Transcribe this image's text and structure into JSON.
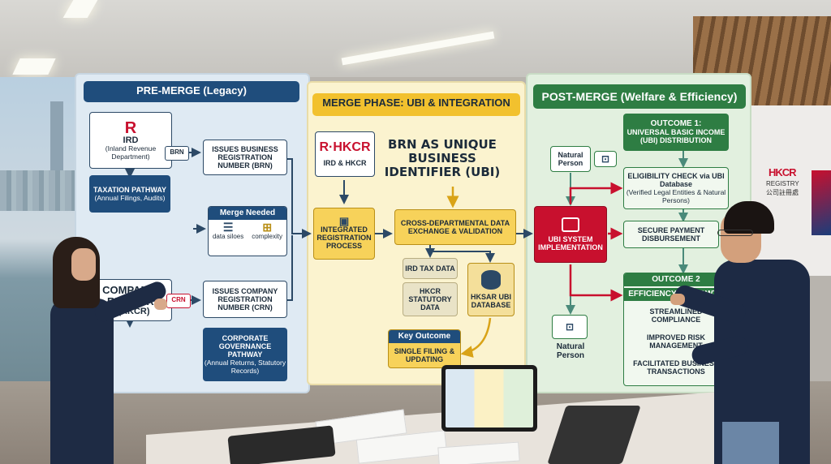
{
  "scene": {
    "wall_sign": {
      "logo": "HKCR",
      "name": "REGISTRY",
      "name_zh": "公司註冊處"
    }
  },
  "pre_merge": {
    "header": "PRE-MERGE (Legacy)",
    "ird_box": {
      "title": "IRD",
      "subtitle": "(Inland Revenue Department)"
    },
    "brn_tag": "BRN",
    "issues_brn": "ISSUES BUSINESS REGISTRATION NUMBER (BRN)",
    "taxation": {
      "title": "TAXATION PATHWAY",
      "subtitle": "(Annual Filings, Audits)"
    },
    "merge_needed": {
      "title": "Merge Needed",
      "left_label": "data siloes",
      "right_label": "complexity"
    },
    "cr_box": {
      "title": "COMPANIES REGISTRY",
      "subtitle": "(HKCR)"
    },
    "crn_tag": "CRN",
    "issues_crn": "ISSUES COMPANY REGISTRATION NUMBER (CRN)",
    "governance": {
      "title": "CORPORATE GOVERNANCE PATHWAY",
      "subtitle": "(Annual Returns, Statutory Records)"
    }
  },
  "merge_phase": {
    "header": "MERGE PHASE: UBI & INTEGRATION",
    "ird_hkcr": "IRD & HKCR",
    "ubi_title": "BRN AS UNIQUE BUSINESS IDENTIFIER (UBI)",
    "integrated": "INTEGRATED REGISTRATION PROCESS",
    "exchange": "CROSS-DEPARTMENTAL DATA EXCHANGE & VALIDATION",
    "ird_tax": "IRD TAX DATA",
    "hkcr_stat": "HKCR STATUTORY DATA",
    "hksar_db": "HKSAR UBI DATABASE",
    "key_outcome": {
      "title": "Key Outcome",
      "body": "SINGLE FILING & UPDATING"
    }
  },
  "post_merge": {
    "header": "POST-MERGE (Welfare & Efficiency)",
    "outcome1": {
      "title": "OUTCOME 1:",
      "body": "UNIVERSAL BASIC INCOME (UBI) DISTRIBUTION"
    },
    "natural_person_top": "Natural Person",
    "eligibility": {
      "title": "ELIGIBILITY CHECK via UBI Database",
      "subtitle": "(Verified Legal Entities & Natural Persons)"
    },
    "implementation": "UBI SYSTEM IMPLEMENTATION",
    "payment": "SECURE PAYMENT DISBURSEMENT",
    "natural_person_bottom": "Natural Person",
    "outcome2": {
      "title": "OUTCOME 2",
      "subtitle": "EFFICIENCY & GROWTH",
      "items": [
        "STREAMLINED COMPLIANCE",
        "IMPROVED RISK MANAGEMENT",
        "FACILITATED BUSINESS TRANSACTIONS"
      ]
    }
  },
  "colors": {
    "navy": "#1f4d7c",
    "gold": "#f2c12e",
    "green": "#2e7d43",
    "red": "#c8102e"
  }
}
